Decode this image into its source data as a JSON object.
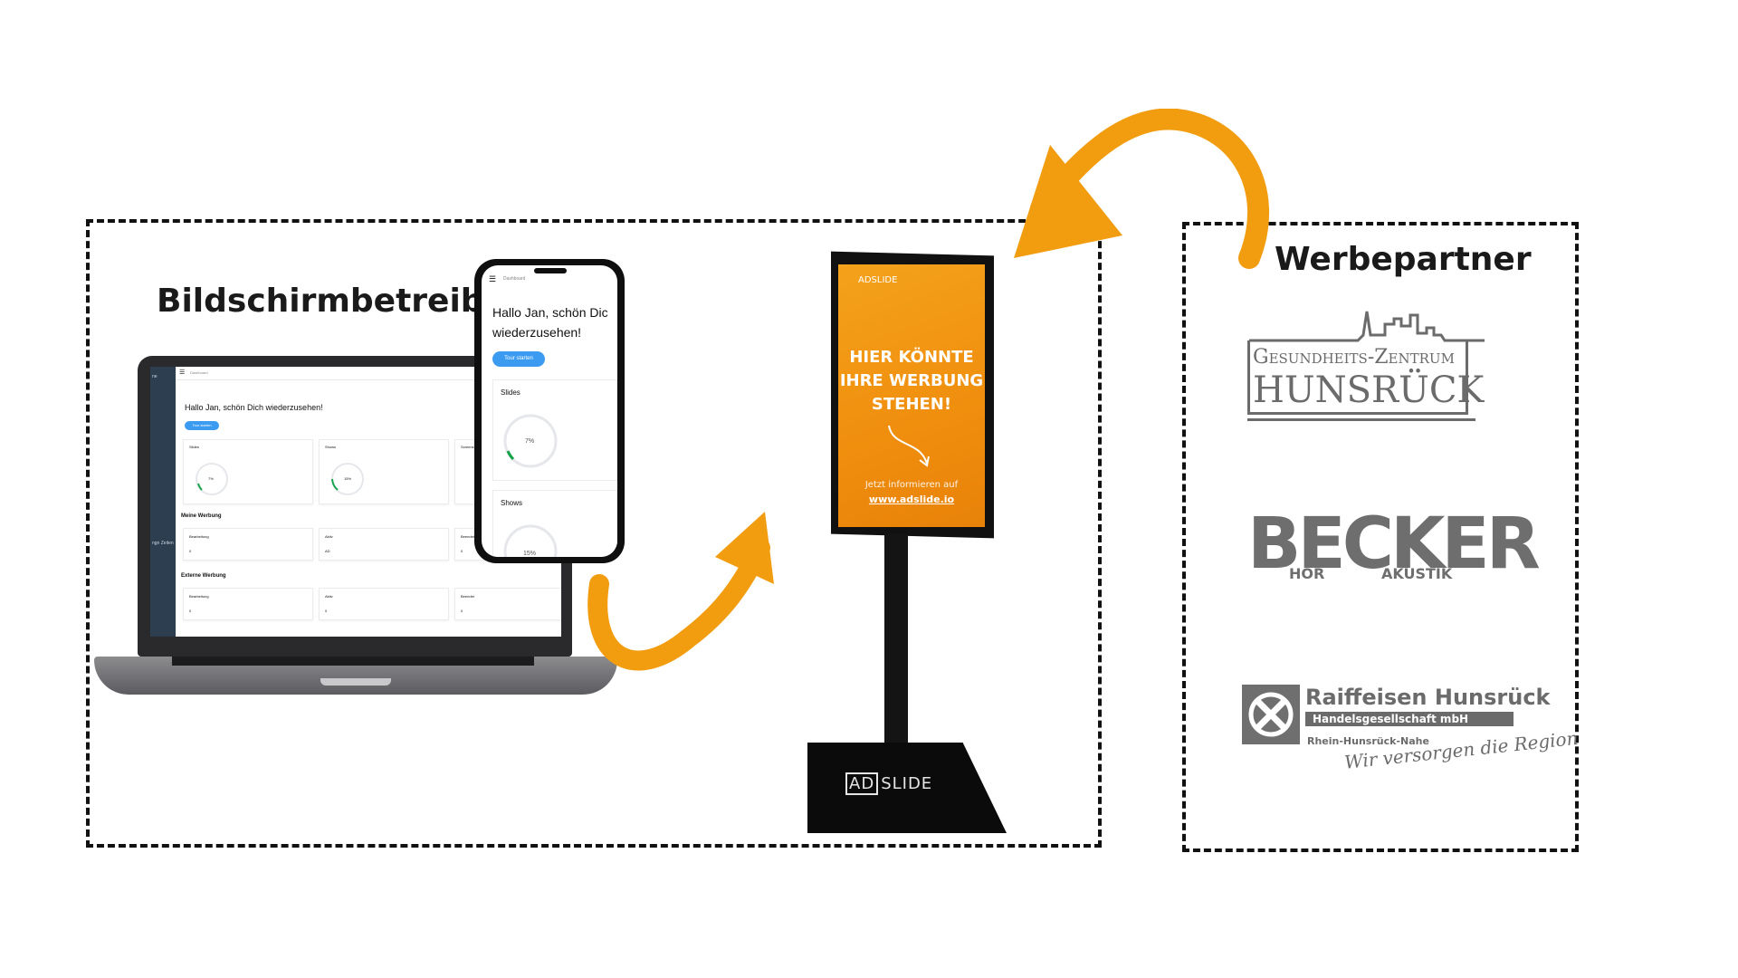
{
  "headings": {
    "left": "Bildschirmbetreiber",
    "right": "Werbepartner"
  },
  "laptop": {
    "sidebar_items": [
      "ne",
      "ngn Zeiten"
    ],
    "topbar": "Dashboard",
    "greeting": "Hallo Jan, schön Dich wiederzusehen!",
    "tour_button": "Tour starten",
    "cards": [
      {
        "label": "Slides",
        "value": "7%"
      },
      {
        "label": "Shows",
        "value": "15%"
      },
      {
        "label": "Screens",
        "value": ""
      }
    ],
    "section_own": "Meine Werbung",
    "own_cols": [
      {
        "label": "Bearbeitung",
        "value": "0"
      },
      {
        "label": "Aktiv",
        "value": "AD"
      },
      {
        "label": "Beendet",
        "value": "0"
      }
    ],
    "section_external": "Externe Werbung",
    "ext_cols": [
      {
        "label": "Bearbeitung",
        "value": "0"
      },
      {
        "label": "Aktiv",
        "value": "0"
      },
      {
        "label": "Beendet",
        "value": "0"
      }
    ]
  },
  "phone": {
    "topbar": "Dashboard",
    "greeting_line1": "Hallo Jan, schön Dic",
    "greeting_line2": "wiederzusehen!",
    "tour_button": "Tour starten",
    "card1_label": "Slides",
    "card1_value": "7%",
    "card2_label": "Shows",
    "card2_value": "15%"
  },
  "sign": {
    "logo": "ADSLIDE",
    "line1": "HIER KÖNNTE",
    "line2": "IHRE WERBUNG",
    "line3": "STEHEN!",
    "cta": "Jetzt informieren auf",
    "url": "www.adslide.io",
    "base_logo_ad": "AD",
    "base_logo_slide": "SLIDE"
  },
  "partners": {
    "gz_top": "Gesundheits-Zentrum",
    "gz_bottom": "HUNSRÜCK",
    "becker": "BECKER",
    "becker_hoer": "HÖR",
    "becker_akustik": "AKUSTIK",
    "rf_title": "Raiffeisen Hunsrück",
    "rf_sub": "Handelsgesellschaft mbH",
    "rf_region": "Rhein-Hunsrück-Nahe",
    "rf_slogan": "Wir versorgen die Region"
  },
  "colors": {
    "arrow": "#f29c10",
    "sign_orange": "#f29a14",
    "button_blue": "#3b9bf0",
    "logo_gray": "#6b6b6b"
  }
}
